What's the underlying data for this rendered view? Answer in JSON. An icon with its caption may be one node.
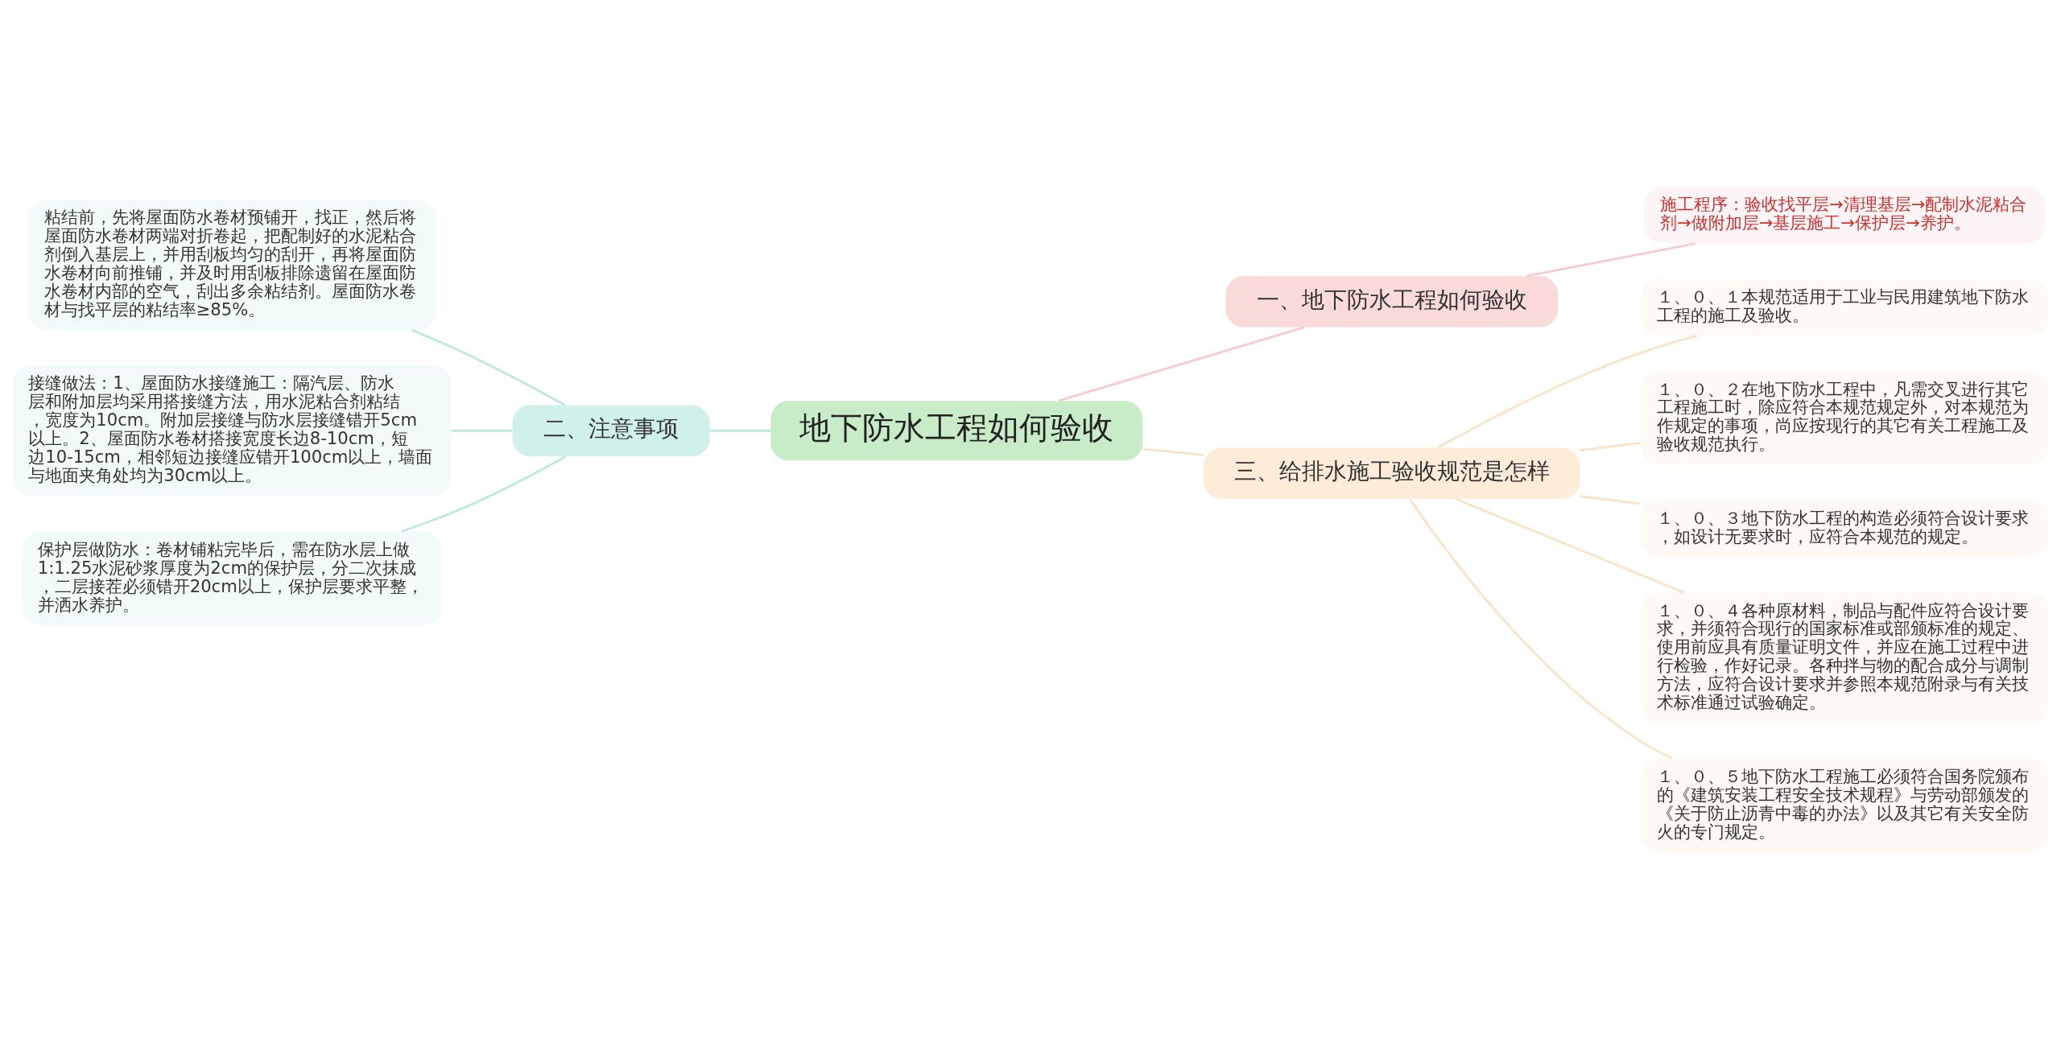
{
  "diagram": {
    "nodes": [
      {
        "text": [
          "地下防水工程如何验收"
        ]
      },
      {
        "text": [
          "一、地下防水工程如何验收"
        ]
      },
      {
        "text": [
          "施工程序：验收找平层→清理基层→配制水泥粘合剂→做附加层→基层施工→保护层→养护。"
        ]
      },
      {
        "text": [
          "二、注意事项"
        ]
      },
      {
        "text": [
          "粘结前，先将屋面防水卷材预铺开，找正，然后将屋面防水卷材两端对折卷起，把配制好的水泥粘合剂倒入基层上，并用刮板均匀的刮开，再将屋面防水卷材向前推铺，并及时用刮板排除遗留在屋面防水卷材内部的空气，刮出多余粘结剂。屋面防水卷材与找平层的粘结率≥85%。"
        ]
      },
      {
        "text": [
          "接缝做法：1、屋面防水接缝施工：隔汽层、防水层和附加层均采用搭接缝方法，用水泥粘合剂粘结，宽度为10cm。附加层接缝与防水层接缝错开5cm以上。2、屋面防水卷材搭接宽度长边8-10cm，短边10-15cm，相邻短边接缝应错开100cm以上，墙面与地面夹角处均为30cm以上。"
        ]
      },
      {
        "text": [
          "保护层做防水：卷材铺粘完毕后，需在防水层上做1:1.25水泥砂浆厚度为2cm的保护层，分二次抹成，二层接茬必须错开20cm以上，保护层要求平整，并洒水养护。"
        ]
      },
      {
        "text": [
          "三、给排水施工验收规范是怎样"
        ]
      },
      {
        "text": [
          "１、０、１本规范适用于工业与民用建筑地下防水工程的施工及验收。"
        ]
      },
      {
        "text": [
          "１、０、２在地下防水工程中，凡需交叉进行其它工程施工时，除应符合本规范规定外，对本规范为作规定的事项，尚应按现行的其它有关工程施工及验收规范执行。"
        ]
      },
      {
        "text": [
          "１、０、３地下防水工程的构造必须符合设计要求，如设计无要求时，应符合本规范的规定。"
        ]
      },
      {
        "text": [
          "１、０、４各种原材料，制品与配件应符合设计要求，并须符合现行的国家标准或部颁标准的规定、使用前应具有质量证明文件，并应在施工过程中进行检验，作好记录。各种拌与物的配合成分与调制方法，应符合设计要求并参照本规范附录与有关技术标准通过试验确定。"
        ]
      },
      {
        "text": [
          "１、０、５地下防水工程施工必须符合国务院颁布的《建筑安装工程安全技术规程》与劳动部颁发的《关于防止沥青中毒的办法》以及其它有关安全防火的专门规定。"
        ]
      }
    ],
    "edges": [
      {
        "from": 0,
        "to": 1,
        "arrow": "none",
        "color": "#f6cccc"
      },
      {
        "from": 1,
        "to": 2,
        "arrow": "none",
        "color": "#f6cccc"
      },
      {
        "from": 0,
        "to": 3,
        "arrow": "none",
        "color": "#bfe8e0"
      },
      {
        "from": 3,
        "to": 4,
        "arrow": "none",
        "color": "#bfe8e0"
      },
      {
        "from": 3,
        "to": 5,
        "arrow": "none",
        "color": "#bfe8e0"
      },
      {
        "from": 3,
        "to": 6,
        "arrow": "none",
        "color": "#bfe8e0"
      },
      {
        "from": 0,
        "to": 7,
        "arrow": "none",
        "color": "#fbe3c8"
      },
      {
        "from": 7,
        "to": 8,
        "arrow": "none",
        "color": "#fbe3c8"
      },
      {
        "from": 7,
        "to": 9,
        "arrow": "none",
        "color": "#fbe3c8"
      },
      {
        "from": 7,
        "to": 10,
        "arrow": "none",
        "color": "#fbe3c8"
      },
      {
        "from": 7,
        "to": 11,
        "arrow": "none",
        "color": "#fbe3c8"
      },
      {
        "from": 7,
        "to": 12,
        "arrow": "none",
        "color": "#fbe3c8"
      }
    ]
  }
}
